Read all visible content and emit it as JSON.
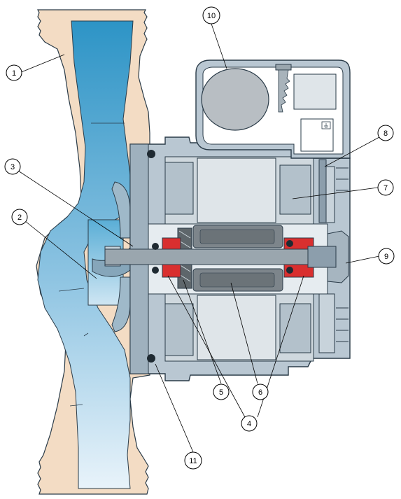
{
  "diagram": {
    "colors": {
      "pipe_body": "#f3dcc4",
      "water_top": "#2d94c6",
      "water_bottom": "#e8f3fa",
      "motor_housing": "#b9c7d2",
      "housing_dark": "#8c9eac",
      "stator": "#cfd8de",
      "rotor": "#7d858b",
      "seal": "#d92f2f",
      "capacitor": "#b8bec3",
      "outline": "#2a3b48"
    },
    "callouts": [
      {
        "id": "callout-1",
        "label": "1"
      },
      {
        "id": "callout-2",
        "label": "2"
      },
      {
        "id": "callout-3",
        "label": "3"
      },
      {
        "id": "callout-4",
        "label": "4"
      },
      {
        "id": "callout-5",
        "label": "5"
      },
      {
        "id": "callout-6",
        "label": "6"
      },
      {
        "id": "callout-7",
        "label": "7"
      },
      {
        "id": "callout-8",
        "label": "8"
      },
      {
        "id": "callout-9",
        "label": "9"
      },
      {
        "id": "callout-10",
        "label": "10"
      },
      {
        "id": "callout-11",
        "label": "11"
      }
    ]
  }
}
